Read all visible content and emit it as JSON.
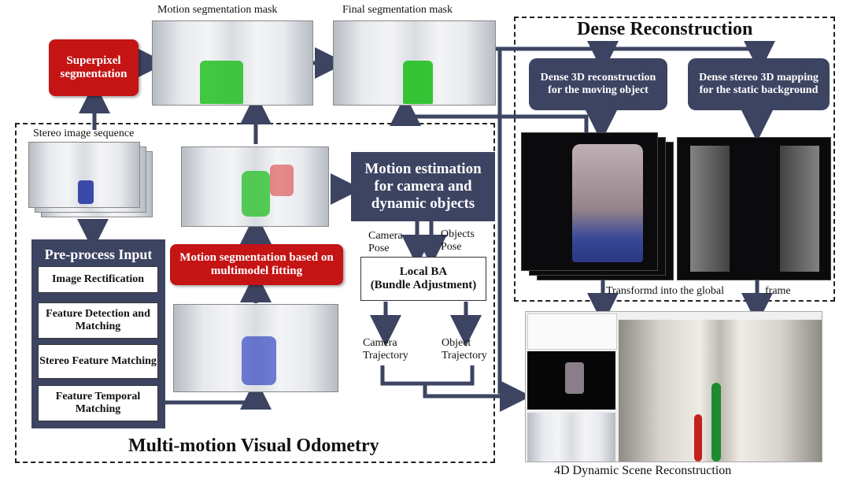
{
  "images": {
    "motion_mask_caption": "Motion segmentation mask",
    "final_mask_caption": "Final segmentation mask",
    "stereo_sequence_caption": "Stereo image sequence"
  },
  "boxes": {
    "superpixel": "Superpixel segmentation",
    "preprocess_title": "Pre-process Input",
    "preprocess_items": [
      "Image Rectification",
      "Feature Detection and Matching",
      "Stereo Feature Matching",
      "Feature Temporal Matching"
    ],
    "motion_seg": "Motion segmentation based on multimodel fitting",
    "motion_est": "Motion estimation for camera and dynamic objects",
    "camera_pose": "Camera Pose",
    "objects_pose": "Objects Pose",
    "local_ba": "Local BA",
    "bundle_adj": "(Bundle Adjustment)",
    "camera_traj": "Camera Trajectory",
    "object_traj": "Object Trajectory",
    "dense_moving": "Dense 3D reconstruction for the moving object",
    "dense_static": "Dense stereo 3D mapping for the static background"
  },
  "labels": {
    "dense_reconstruction": "Dense Reconstruction",
    "multi_motion_vo": "Multi-motion Visual Odometry",
    "transform_global": "Transformd into the global",
    "frame": "frame",
    "scene_4d": "4D Dynamic Scene Reconstruction"
  },
  "colors": {
    "navy": "#3c4462",
    "red": "#c41414",
    "green": "#22c022"
  }
}
